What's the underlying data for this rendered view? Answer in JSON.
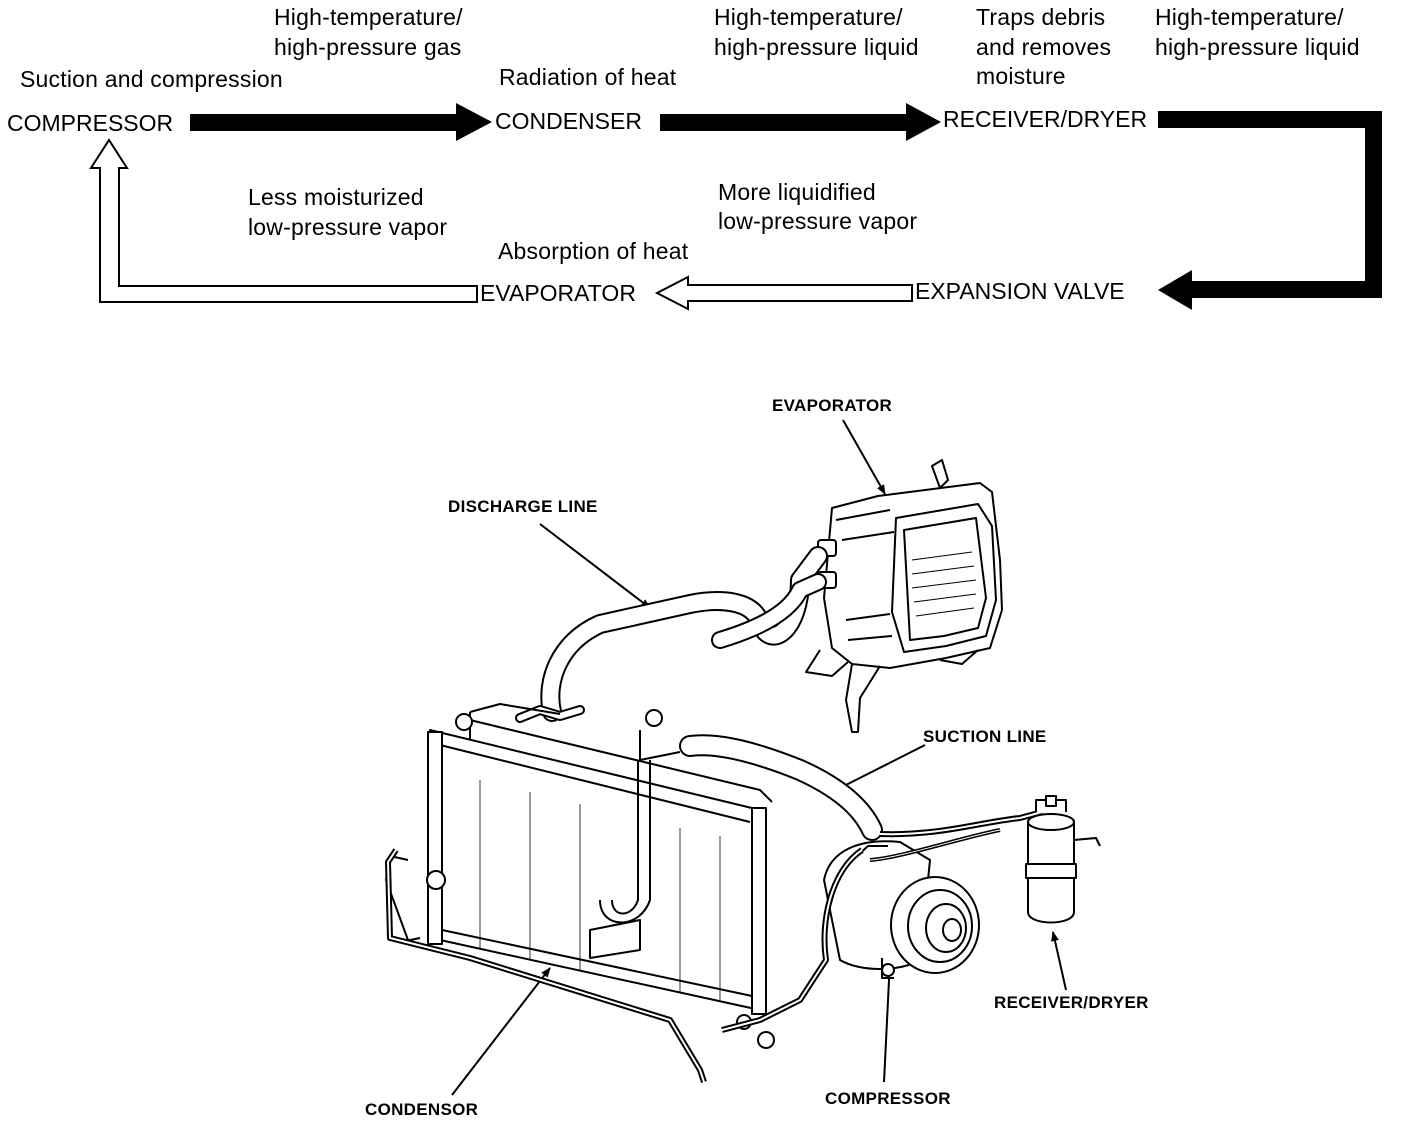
{
  "flow": {
    "nodes": {
      "compressor": "COMPRESSOR",
      "condenser": "CONDENSER",
      "receiver_dryer": "RECEIVER/DRYER",
      "expansion_valve": "EXPANSION VALVE",
      "evaporator": "EVAPORATOR"
    },
    "notes": {
      "compressor_function": "Suction and compression",
      "compressor_output_line1": "High-temperature/",
      "compressor_output_line2": "high-pressure gas",
      "condenser_function": "Radiation of heat",
      "condenser_output_line1": "High-temperature/",
      "condenser_output_line2": "high-pressure liquid",
      "receiver_function_line1": "Traps debris",
      "receiver_function_line2": "and removes",
      "receiver_function_line3": "moisture",
      "receiver_output_line1": "High-temperature/",
      "receiver_output_line2": "high-pressure liquid",
      "expansion_output_line1": "More liquidified",
      "expansion_output_line2": "low-pressure vapor",
      "evaporator_function": "Absorption of heat",
      "evaporator_output_line1": "Less moisturized",
      "evaporator_output_line2": "low-pressure vapor"
    }
  },
  "illustration": {
    "callouts": {
      "evaporator": "EVAPORATOR",
      "discharge_line": "DISCHARGE LINE",
      "suction_line": "SUCTION LINE",
      "receiver_dryer": "RECEIVER/DRYER",
      "compressor": "COMPRESSOR",
      "condensor": "CONDENSOR"
    }
  },
  "colors": {
    "ink": "#000000",
    "paper": "#ffffff"
  }
}
